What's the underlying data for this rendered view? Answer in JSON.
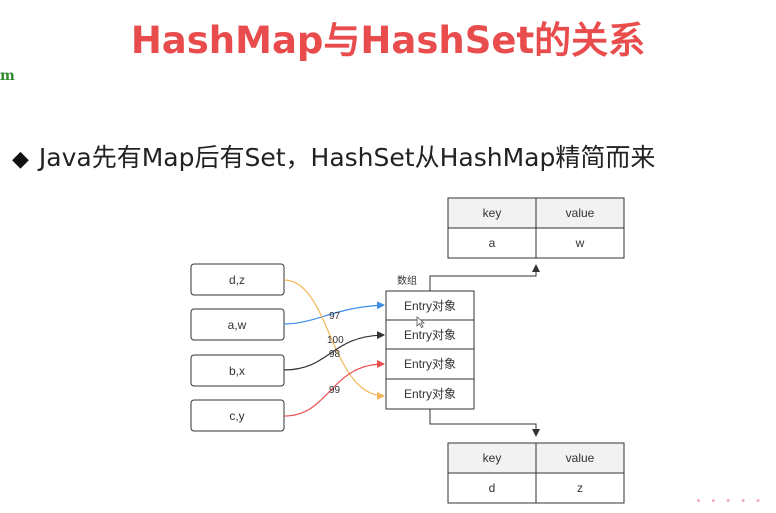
{
  "title": "HashMap与HashSet的关系",
  "left_mark": "m",
  "bullet": {
    "icon": "diamond-icon",
    "text": "Java先有Map后有Set，HashSet从HashMap精简而来"
  },
  "diagram": {
    "keys": [
      "d,z",
      "a,w",
      "b,x",
      "c,y"
    ],
    "array_label": "数组",
    "array_cells": [
      "Entry对象",
      "Entry对象",
      "Entry对象",
      "Entry对象"
    ],
    "hash_labels": [
      "97",
      "100",
      "98",
      "99"
    ],
    "top_table": {
      "headers": [
        "key",
        "value"
      ],
      "row": [
        "a",
        "w"
      ]
    },
    "bottom_table": {
      "headers": [
        "key",
        "value"
      ],
      "row": [
        "d",
        "z"
      ]
    },
    "colors": {
      "a_w": "#3c8de6",
      "d_z": "#f5b55a",
      "b_x": "#333333",
      "c_y": "#e85050",
      "title": "#e84c4c"
    }
  }
}
